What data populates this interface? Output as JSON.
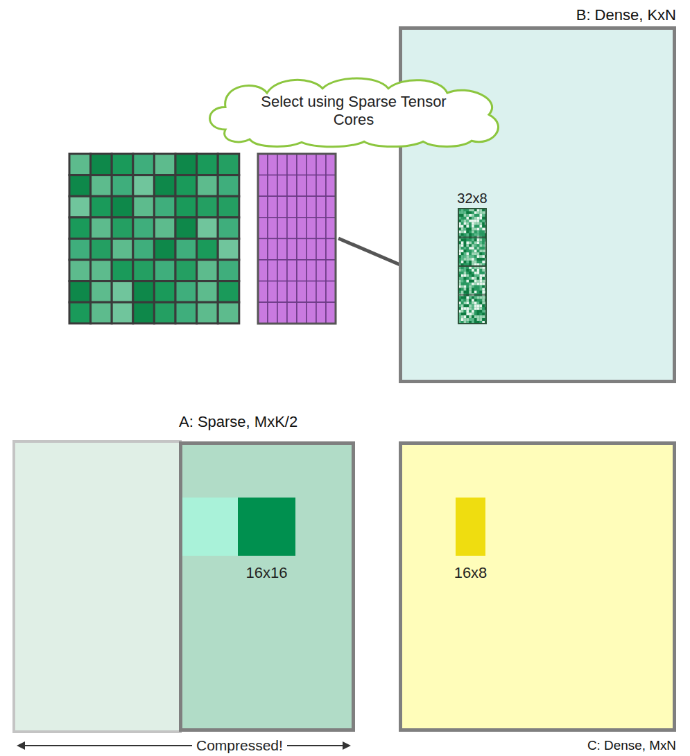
{
  "diagram": {
    "nodes": [
      {
        "text": [
          "B: Dense, KxN"
        ]
      },
      {
        "text": [
          "Select using Sparse Tensor Cores"
        ]
      },
      {
        "text": [
          "32x8"
        ],
        "in": 0
      },
      {
        "text": [
          "A: Sparse, MxK/2"
        ]
      },
      {
        "text": [
          "16x16"
        ],
        "in": 3
      },
      {
        "text": [
          "C: Dense, MxN"
        ]
      },
      {
        "text": [
          "16x8"
        ],
        "in": 5
      }
    ],
    "labels": [
      "Compressed!"
    ]
  }
}
